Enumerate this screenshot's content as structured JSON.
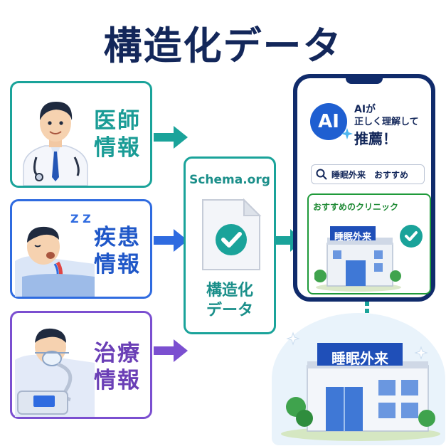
{
  "title": "構造化データ",
  "inputs": [
    {
      "label_line1": "医師",
      "label_line2": "情報",
      "color": "#1a9c96",
      "border": "#1aa39a"
    },
    {
      "label_line1": "疾患",
      "label_line2": "情報",
      "color": "#1f57c8",
      "border": "#2f6be0"
    },
    {
      "label_line1": "治療",
      "label_line2": "情報",
      "color": "#6a3fb6",
      "border": "#7b4fd0"
    }
  ],
  "snore_text": "Z Z Z",
  "center": {
    "schema_label": "Schema.org",
    "label_line1": "構造化",
    "label_line2": "データ"
  },
  "phone": {
    "ai_badge": "AI",
    "ai_line1": "AIが",
    "ai_line2": "正しく理解して",
    "ai_line3": "推薦！",
    "search_text": "睡眠外来　おすすめ",
    "reco_title": "おすすめのクリニック",
    "clinic_sign": "睡眠外来"
  },
  "clinic_sign_large": "睡眠外来",
  "colors": {
    "navy": "#13275a",
    "teal": "#1aa39a",
    "blue": "#2f6be0",
    "purple": "#7b4fd0",
    "green": "#1f9a3a"
  }
}
